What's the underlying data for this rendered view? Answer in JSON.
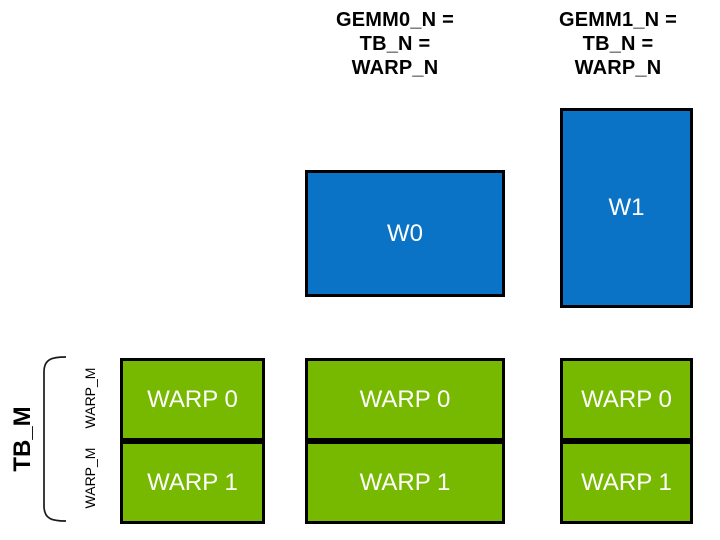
{
  "diagram": {
    "headers": [
      {
        "text": "GEMM0_N =\nTB_N =\nWARP_N"
      },
      {
        "text": "GEMM1_N =\nTB_N =\nWARP_N"
      }
    ],
    "blue_boxes": [
      {
        "label": "W0"
      },
      {
        "label": "W1"
      }
    ],
    "green_columns": [
      {
        "warps": [
          "WARP 0",
          "WARP 1"
        ]
      },
      {
        "warps": [
          "WARP 0",
          "WARP 1"
        ]
      },
      {
        "warps": [
          "WARP 0",
          "WARP 1"
        ]
      }
    ],
    "left_axis": {
      "tb_label": "TB_M",
      "warp_labels": [
        "WARP_M",
        "WARP_M"
      ]
    },
    "colors": {
      "blue": "#0a73c5",
      "green": "#76b900",
      "border": "#000000",
      "text-light": "#ffffff",
      "text-dark": "#000000",
      "bg": "#ffffff"
    }
  }
}
